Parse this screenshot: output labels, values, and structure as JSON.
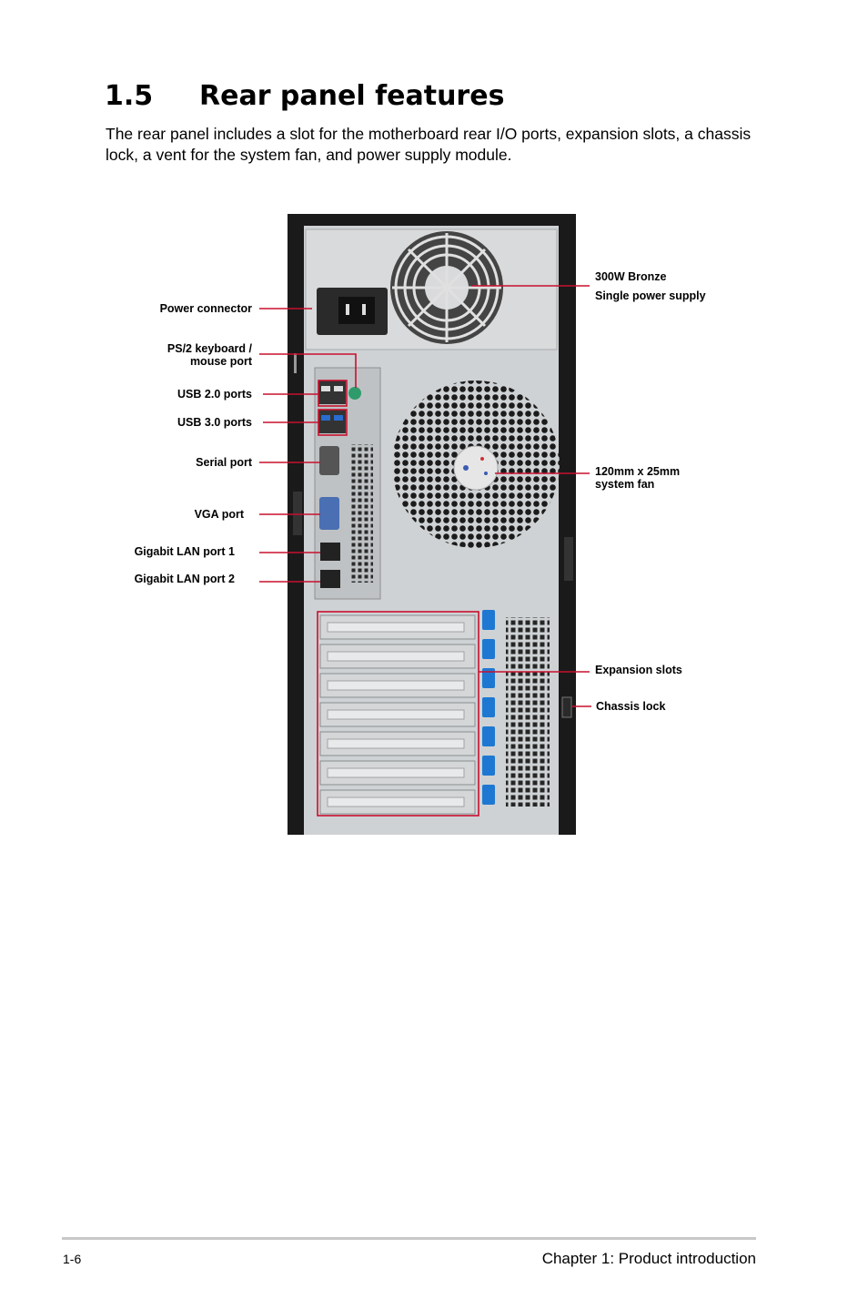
{
  "section": {
    "number": "1.5",
    "title": "Rear panel features",
    "intro": "The rear panel includes a slot for the motherboard rear I/O ports, expansion slots, a chassis lock, a vent for the system fan, and power supply module."
  },
  "callouts": {
    "power_connector": "Power connector",
    "ps2_line1": "PS/2 keyboard /",
    "ps2_line2": "mouse port",
    "usb2": "USB 2.0 ports",
    "usb3": "USB 3.0 ports",
    "serial": "Serial port",
    "vga": "VGA port",
    "lan1": "Gigabit LAN port 1",
    "lan2": "Gigabit LAN port 2",
    "psu_line1": "300W Bronze",
    "psu_line2": "Single power supply",
    "fan_line1": "120mm x 25mm",
    "fan_line2": "system fan",
    "expansion": "Expansion slots",
    "chassis_lock": "Chassis lock"
  },
  "colors": {
    "callout_line": "#c8102e",
    "chassis_dark": "#1a1a1a",
    "panel_gray": "#cfd2d4",
    "slot_clip_blue": "#1e78d2"
  },
  "footer": {
    "page": "1-6",
    "chapter": "Chapter 1:  Product introduction"
  }
}
